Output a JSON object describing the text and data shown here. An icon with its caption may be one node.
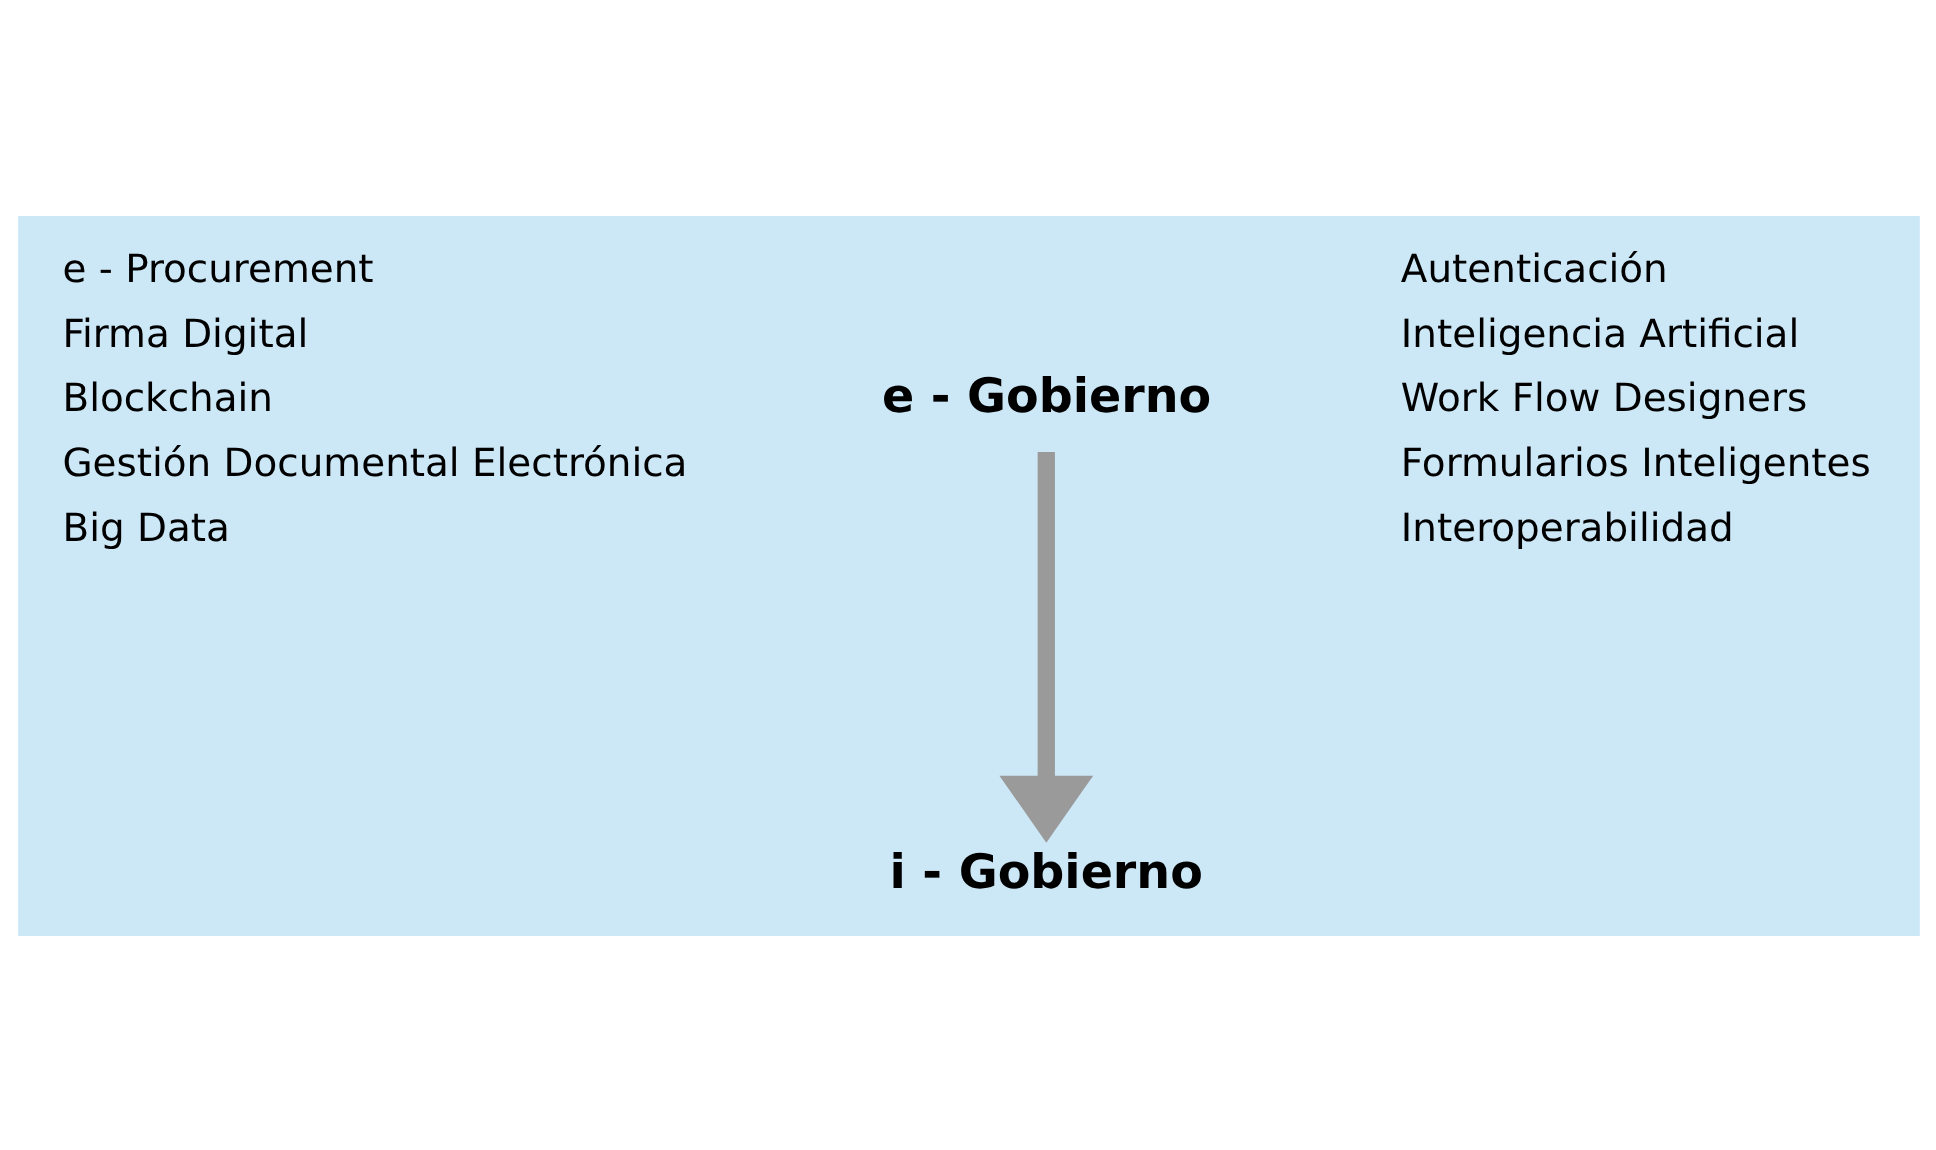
{
  "diagram": {
    "nodes": [
      {
        "text": [
          "e - Gobierno"
        ]
      },
      {
        "text": [
          "i - Gobierno"
        ]
      }
    ],
    "edges": [
      {
        "from": 0,
        "to": 1,
        "arrow": "to"
      }
    ],
    "labels": [
      "e - Procurement",
      "Firma Digital",
      "Blockchain",
      "Gestión Documental Electrónica",
      "Big Data",
      "Autenticación",
      "Inteligencia Artificial",
      "Work Flow Designers",
      "Formularios Inteligentes",
      "Interoperabilidad"
    ]
  }
}
